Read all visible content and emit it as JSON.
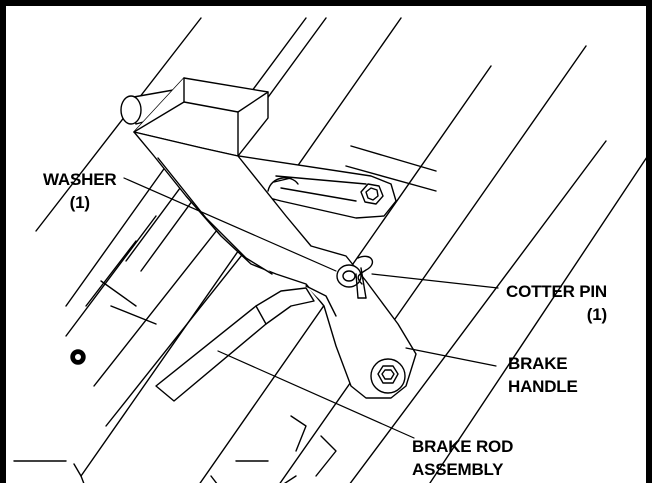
{
  "callouts": {
    "washer": {
      "name": "WASHER",
      "qty": "(1)"
    },
    "cotter_pin": {
      "name": "COTTER PIN",
      "qty": "(1)"
    },
    "brake_handle": {
      "line1": "BRAKE",
      "line2": "HANDLE"
    },
    "brake_rod": {
      "line1": "BRAKE ROD",
      "line2": "ASSEMBLY"
    }
  },
  "colors": {
    "line": "#000000",
    "background": "#ffffff"
  }
}
